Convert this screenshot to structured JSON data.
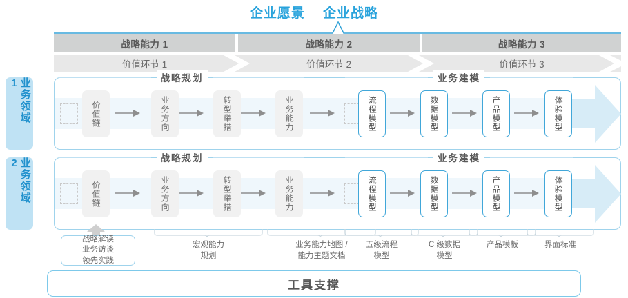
{
  "header": {
    "vision": "企业愿景",
    "strategy": "企业战略"
  },
  "capabilities": [
    {
      "label": "战略能力 1"
    },
    {
      "label": "战略能力 2"
    },
    {
      "label": "战略能力 3"
    }
  ],
  "value_links": [
    {
      "label": "价值环节 1"
    },
    {
      "label": "价值环节 2"
    },
    {
      "label": "价值环节 3"
    }
  ],
  "domains": [
    {
      "label": "业务领域 1"
    },
    {
      "label": "业务领域 2"
    }
  ],
  "sections": {
    "planning": "战略规划",
    "modeling": "业务建模"
  },
  "nodes": {
    "planning": [
      {
        "label": "价值链"
      },
      {
        "label": "业务方向"
      },
      {
        "label": "转型举措"
      },
      {
        "label": "业务能力"
      }
    ],
    "modeling": [
      {
        "label": "流程模型"
      },
      {
        "label": "数据模型"
      },
      {
        "label": "产品模型"
      },
      {
        "label": "体验模型"
      }
    ]
  },
  "tools": {
    "box": "战略解读\n业务访谈\n领先实践",
    "box_lines": [
      "战略解读",
      "业务访谈",
      "领先实践"
    ],
    "items": [
      {
        "line1": "宏观能力",
        "line2": "规划"
      },
      {
        "line1": "业务能力地图 /",
        "line2": "能力主题文档"
      },
      {
        "line1": "五级流程",
        "line2": "模型"
      },
      {
        "line1": "C 级数据",
        "line2": "模型"
      },
      {
        "line1": "产品模板",
        "line2": ""
      },
      {
        "line1": "界面标准",
        "line2": ""
      }
    ],
    "support_title": "工具支撑"
  },
  "colors": {
    "accent_blue": "#29a3dc",
    "node_blue_border": "#41a7d9",
    "domain_tab_bg": "#bfe2f4",
    "cap_header_bg": "#d0d2d2",
    "value_band_bg": "#e8e8e8",
    "flow_band_bg": "#eff7fc",
    "node_gray_bg": "#f1f1f1",
    "text_gray": "#595959"
  }
}
